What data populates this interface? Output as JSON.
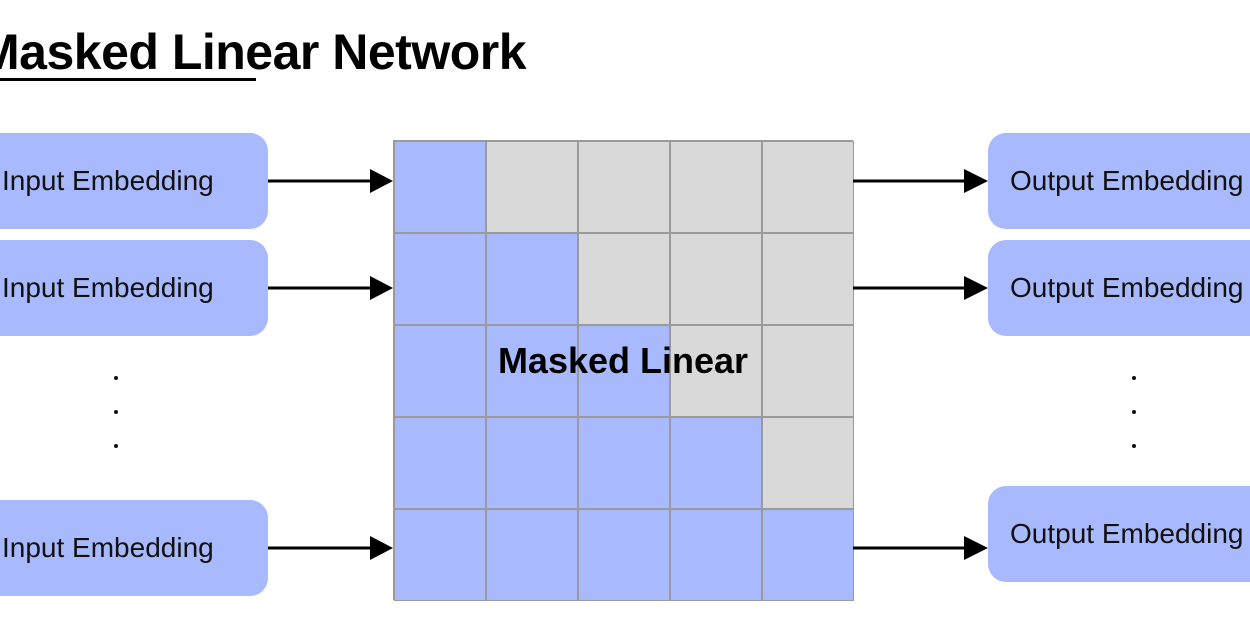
{
  "title": "Masked Linear Network",
  "inputs": {
    "label": "Input Embedding"
  },
  "outputs": {
    "label": "Output Embedding"
  },
  "center": {
    "label": "Masked Linear"
  },
  "mask": {
    "rows": 5,
    "cols": 5,
    "pattern": [
      [
        1,
        0,
        0,
        0,
        0
      ],
      [
        1,
        1,
        0,
        0,
        0
      ],
      [
        1,
        1,
        1,
        0,
        0
      ],
      [
        1,
        1,
        1,
        1,
        0
      ],
      [
        1,
        1,
        1,
        1,
        1
      ]
    ]
  },
  "colors": {
    "active": "#a8b9fd",
    "masked": "#d9d9d9",
    "arrow": "#000000"
  }
}
